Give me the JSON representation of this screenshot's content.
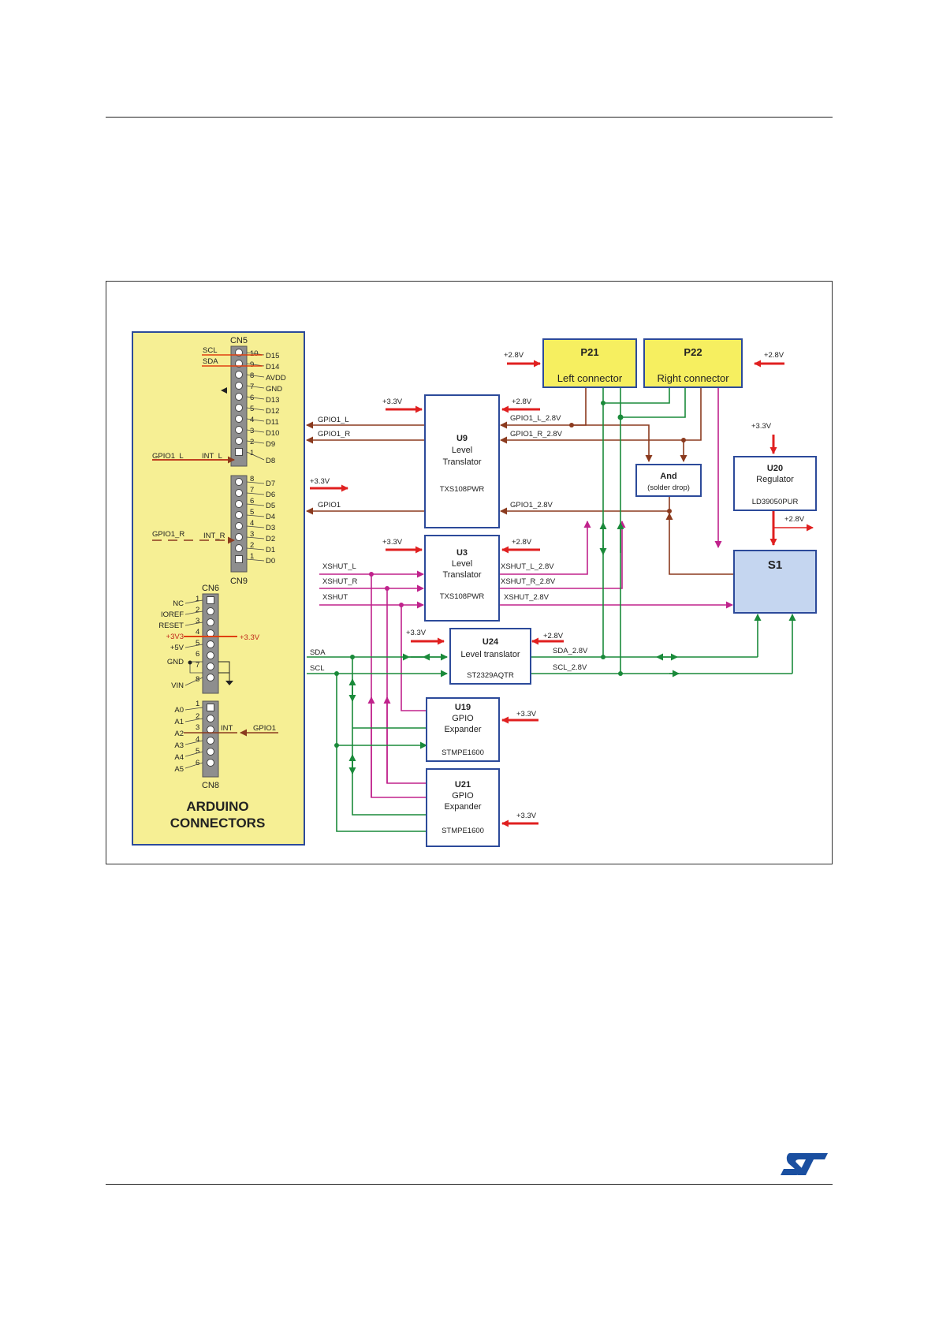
{
  "colors": {
    "arduino_fill": "#f6ef94",
    "block_fill": "#ffffff",
    "block_border": "#2c4a9a",
    "connector_fill": "#f6ef60",
    "s1_fill": "#c5d6f0",
    "brown": "#8b3a1e",
    "green": "#1a8a3a",
    "magenta": "#c0228c",
    "red": "#e02020",
    "st_logo": "#1a4fa0"
  },
  "arduino": {
    "title_line1": "ARDUINO",
    "title_line2": "CONNECTORS",
    "cn5_label": "CN5",
    "cn9_label": "CN9",
    "cn6_label": "CN6",
    "cn8_label": "CN8",
    "cn5_pins": [
      {
        "num": "10",
        "name": "D15",
        "sig": "SCL"
      },
      {
        "num": "9",
        "name": "D14",
        "sig": "SDA"
      },
      {
        "num": "8",
        "name": "AVDD",
        "sig": ""
      },
      {
        "num": "7",
        "name": "GND",
        "sig": ""
      },
      {
        "num": "6",
        "name": "D13",
        "sig": ""
      },
      {
        "num": "5",
        "name": "D12",
        "sig": ""
      },
      {
        "num": "4",
        "name": "D11",
        "sig": ""
      },
      {
        "num": "3",
        "name": "D10",
        "sig": ""
      },
      {
        "num": "2",
        "name": "D9",
        "sig": ""
      },
      {
        "num": "1",
        "name": "D8",
        "sig": "INT_L"
      }
    ],
    "cn9_pins": [
      {
        "num": "8",
        "name": "D7"
      },
      {
        "num": "7",
        "name": "D6"
      },
      {
        "num": "6",
        "name": "D5"
      },
      {
        "num": "5",
        "name": "D4"
      },
      {
        "num": "4",
        "name": "D3"
      },
      {
        "num": "3",
        "name": "D2"
      },
      {
        "num": "2",
        "name": "D1"
      },
      {
        "num": "1",
        "name": "D0"
      }
    ],
    "cn6_pins": [
      {
        "num": "1",
        "name": "NC"
      },
      {
        "num": "2",
        "name": "IOREF"
      },
      {
        "num": "3",
        "name": "RESET"
      },
      {
        "num": "4",
        "name": "+3V3"
      },
      {
        "num": "5",
        "name": "+5V"
      },
      {
        "num": "6",
        "name": "GND"
      },
      {
        "num": "7",
        "name": ""
      },
      {
        "num": "8",
        "name": "VIN"
      }
    ],
    "cn8_pins": [
      {
        "num": "1",
        "name": "A0"
      },
      {
        "num": "2",
        "name": "A1"
      },
      {
        "num": "3",
        "name": "A2"
      },
      {
        "num": "4",
        "name": "A3"
      },
      {
        "num": "5",
        "name": "A4"
      },
      {
        "num": "6",
        "name": "A5"
      }
    ],
    "gpio_l": "GPIO1_L",
    "int_l": "INT_L",
    "gpio_r": "GPIO1_R",
    "int_r": "INT_R",
    "cn6_33": "+3.3V",
    "cn8_int": "INT",
    "cn8_gpio": "GPIO1"
  },
  "blocks": {
    "u9": {
      "name": "U9",
      "l1": "Level",
      "l2": "Translator",
      "part": "TXS108PWR"
    },
    "u3": {
      "name": "U3",
      "l1": "Level",
      "l2": "Translator",
      "part": "TXS108PWR"
    },
    "u24": {
      "name": "U24",
      "l1": "Level translator",
      "part": "ST2329AQTR"
    },
    "u19": {
      "name": "U19",
      "l1": "GPIO",
      "l2": "Expander",
      "part": "STMPE1600"
    },
    "u21": {
      "name": "U21",
      "l1": "GPIO",
      "l2": "Expander",
      "part": "STMPE1600"
    },
    "u20": {
      "name": "U20",
      "l1": "Regulator",
      "part": "LD39050PUR"
    },
    "p21": {
      "name": "P21",
      "l1": "Left connector"
    },
    "p22": {
      "name": "P22",
      "l1": "Right connector"
    },
    "and": {
      "name": "And",
      "l1": "(solder drop)"
    },
    "s1": {
      "name": "S1"
    }
  },
  "signals": {
    "v33": "+3.3V",
    "v28": "+2.8V",
    "gpio1_l": "GPIO1_L",
    "gpio1_r": "GPIO1_R",
    "gpio1": "GPIO1",
    "gpio1_l_28": "GPIO1_L_2.8V",
    "gpio1_r_28": "GPIO1_R_2.8V",
    "gpio1_28": "GPIO1_2.8V",
    "xshut_l": "XSHUT_L",
    "xshut_r": "XSHUT_R",
    "xshut": "XSHUT",
    "xshut_l_28": "XSHUT_L_2.8V",
    "xshut_r_28": "XSHUT_R_2.8V",
    "xshut_28": "XSHUT_2.8V",
    "sda": "SDA",
    "scl": "SCL",
    "sda_28": "SDA_2.8V",
    "scl_28": "SCL_2.8V"
  },
  "logo": "ST"
}
